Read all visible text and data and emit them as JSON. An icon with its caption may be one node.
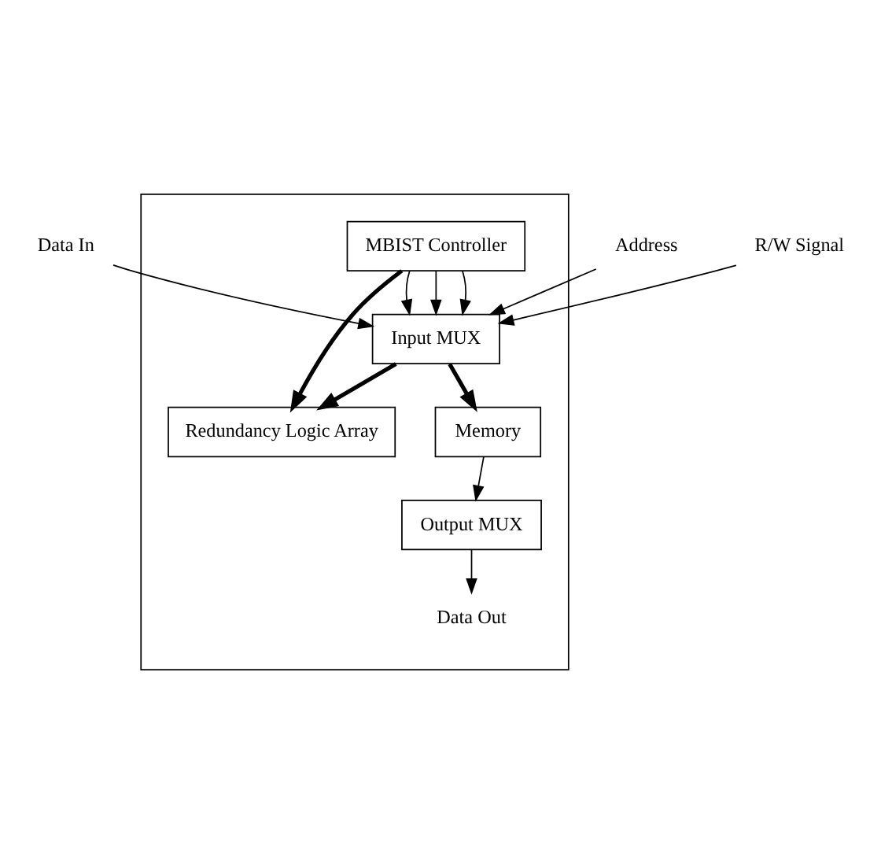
{
  "diagram": {
    "nodes": [
      {
        "text": [
          "Data In"
        ]
      },
      {
        "text": [
          "Address"
        ]
      },
      {
        "text": [
          "R/W Signal"
        ]
      },
      {
        "text": [],
        "shape": "box"
      },
      {
        "text": [
          "MBIST Controller"
        ],
        "in": 3
      },
      {
        "text": [
          "Input MUX"
        ],
        "in": 3
      },
      {
        "text": [
          "Redundancy Logic Array"
        ],
        "in": 3
      },
      {
        "text": [
          "Memory"
        ],
        "in": 3
      },
      {
        "text": [
          "Output MUX"
        ],
        "in": 3
      },
      {
        "text": [
          "Data Out"
        ],
        "in": 3
      }
    ],
    "edges": [
      {
        "from": 4,
        "to": 5,
        "arrow": "to"
      },
      {
        "from": 4,
        "to": 5,
        "arrow": "to"
      },
      {
        "from": 4,
        "to": 5,
        "arrow": "to"
      },
      {
        "from": 0,
        "to": 5,
        "arrow": "to"
      },
      {
        "from": 1,
        "to": 5,
        "arrow": "to"
      },
      {
        "from": 2,
        "to": 5,
        "arrow": "to"
      },
      {
        "from": 4,
        "to": 6,
        "arrow": "to",
        "style": "thick"
      },
      {
        "from": 5,
        "to": 6,
        "arrow": "to",
        "style": "thick"
      },
      {
        "from": 5,
        "to": 7,
        "arrow": "to",
        "style": "thick"
      },
      {
        "from": 7,
        "to": 8,
        "arrow": "to"
      },
      {
        "from": 8,
        "to": 9,
        "arrow": "to"
      }
    ]
  }
}
